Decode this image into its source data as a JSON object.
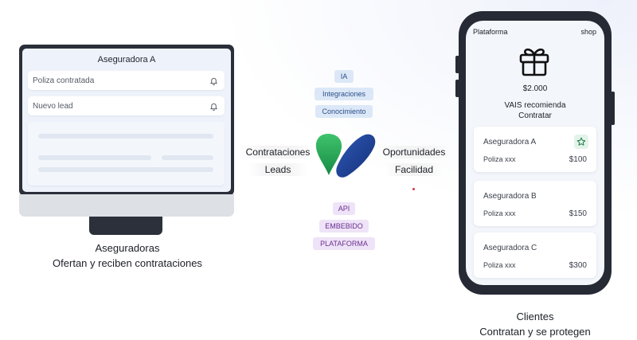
{
  "monitor": {
    "title": "Aseguradora A",
    "rows": [
      {
        "label": "Poliza contratada",
        "icon": "bell-icon"
      },
      {
        "label": "Nuevo lead",
        "icon": "bell-icon"
      }
    ]
  },
  "left_caption": {
    "line1": "Aseguradoras",
    "line2": "Ofertan y reciben contrataciones"
  },
  "center": {
    "top_tags": [
      "IA",
      "Integraciones",
      "Conocimiento"
    ],
    "bottom_tags": [
      "API",
      "EMBEBIDO",
      "PLATAFORMA"
    ],
    "left_words": [
      "Contrataciones",
      "Leads"
    ],
    "right_words": [
      "Oportunidades",
      "Facilidad"
    ],
    "logo_colors": {
      "green": "#2aa55a",
      "blue": "#1f3f93"
    }
  },
  "phone": {
    "header_left": "Plataforma",
    "header_right": "shop",
    "gift_icon": "gift-icon",
    "amount": "$2.000",
    "recommend_line1": "VAIS recomienda",
    "recommend_line2": "Contratar",
    "offers": [
      {
        "name": "Aseguradora A",
        "policy": "Poliza xxx",
        "price": "$100",
        "starred": true
      },
      {
        "name": "Aseguradora B",
        "policy": "Poliza xxx",
        "price": "$150",
        "starred": false
      },
      {
        "name": "Aseguradora C",
        "policy": "Poliza xxx",
        "price": "$300",
        "starred": false
      }
    ]
  },
  "right_caption": {
    "line1": "Clientes",
    "line2": "Contratan y se protegen"
  }
}
